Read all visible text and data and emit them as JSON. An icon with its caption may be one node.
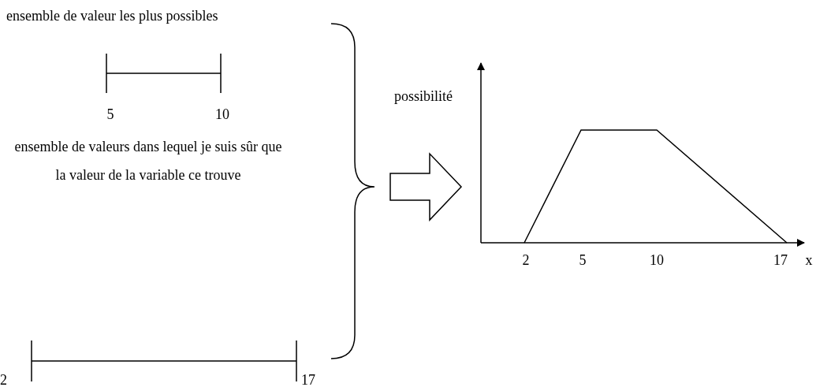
{
  "diagram": {
    "labels": [
      "ensemble de valeur les plus possibles",
      "5",
      "10",
      "possibilité",
      "ensemble de valeurs dans lequel je suis sûr que la valeur de la variable ce trouve",
      "2",
      "17",
      "2",
      "5",
      "10",
      "17",
      "x"
    ]
  }
}
